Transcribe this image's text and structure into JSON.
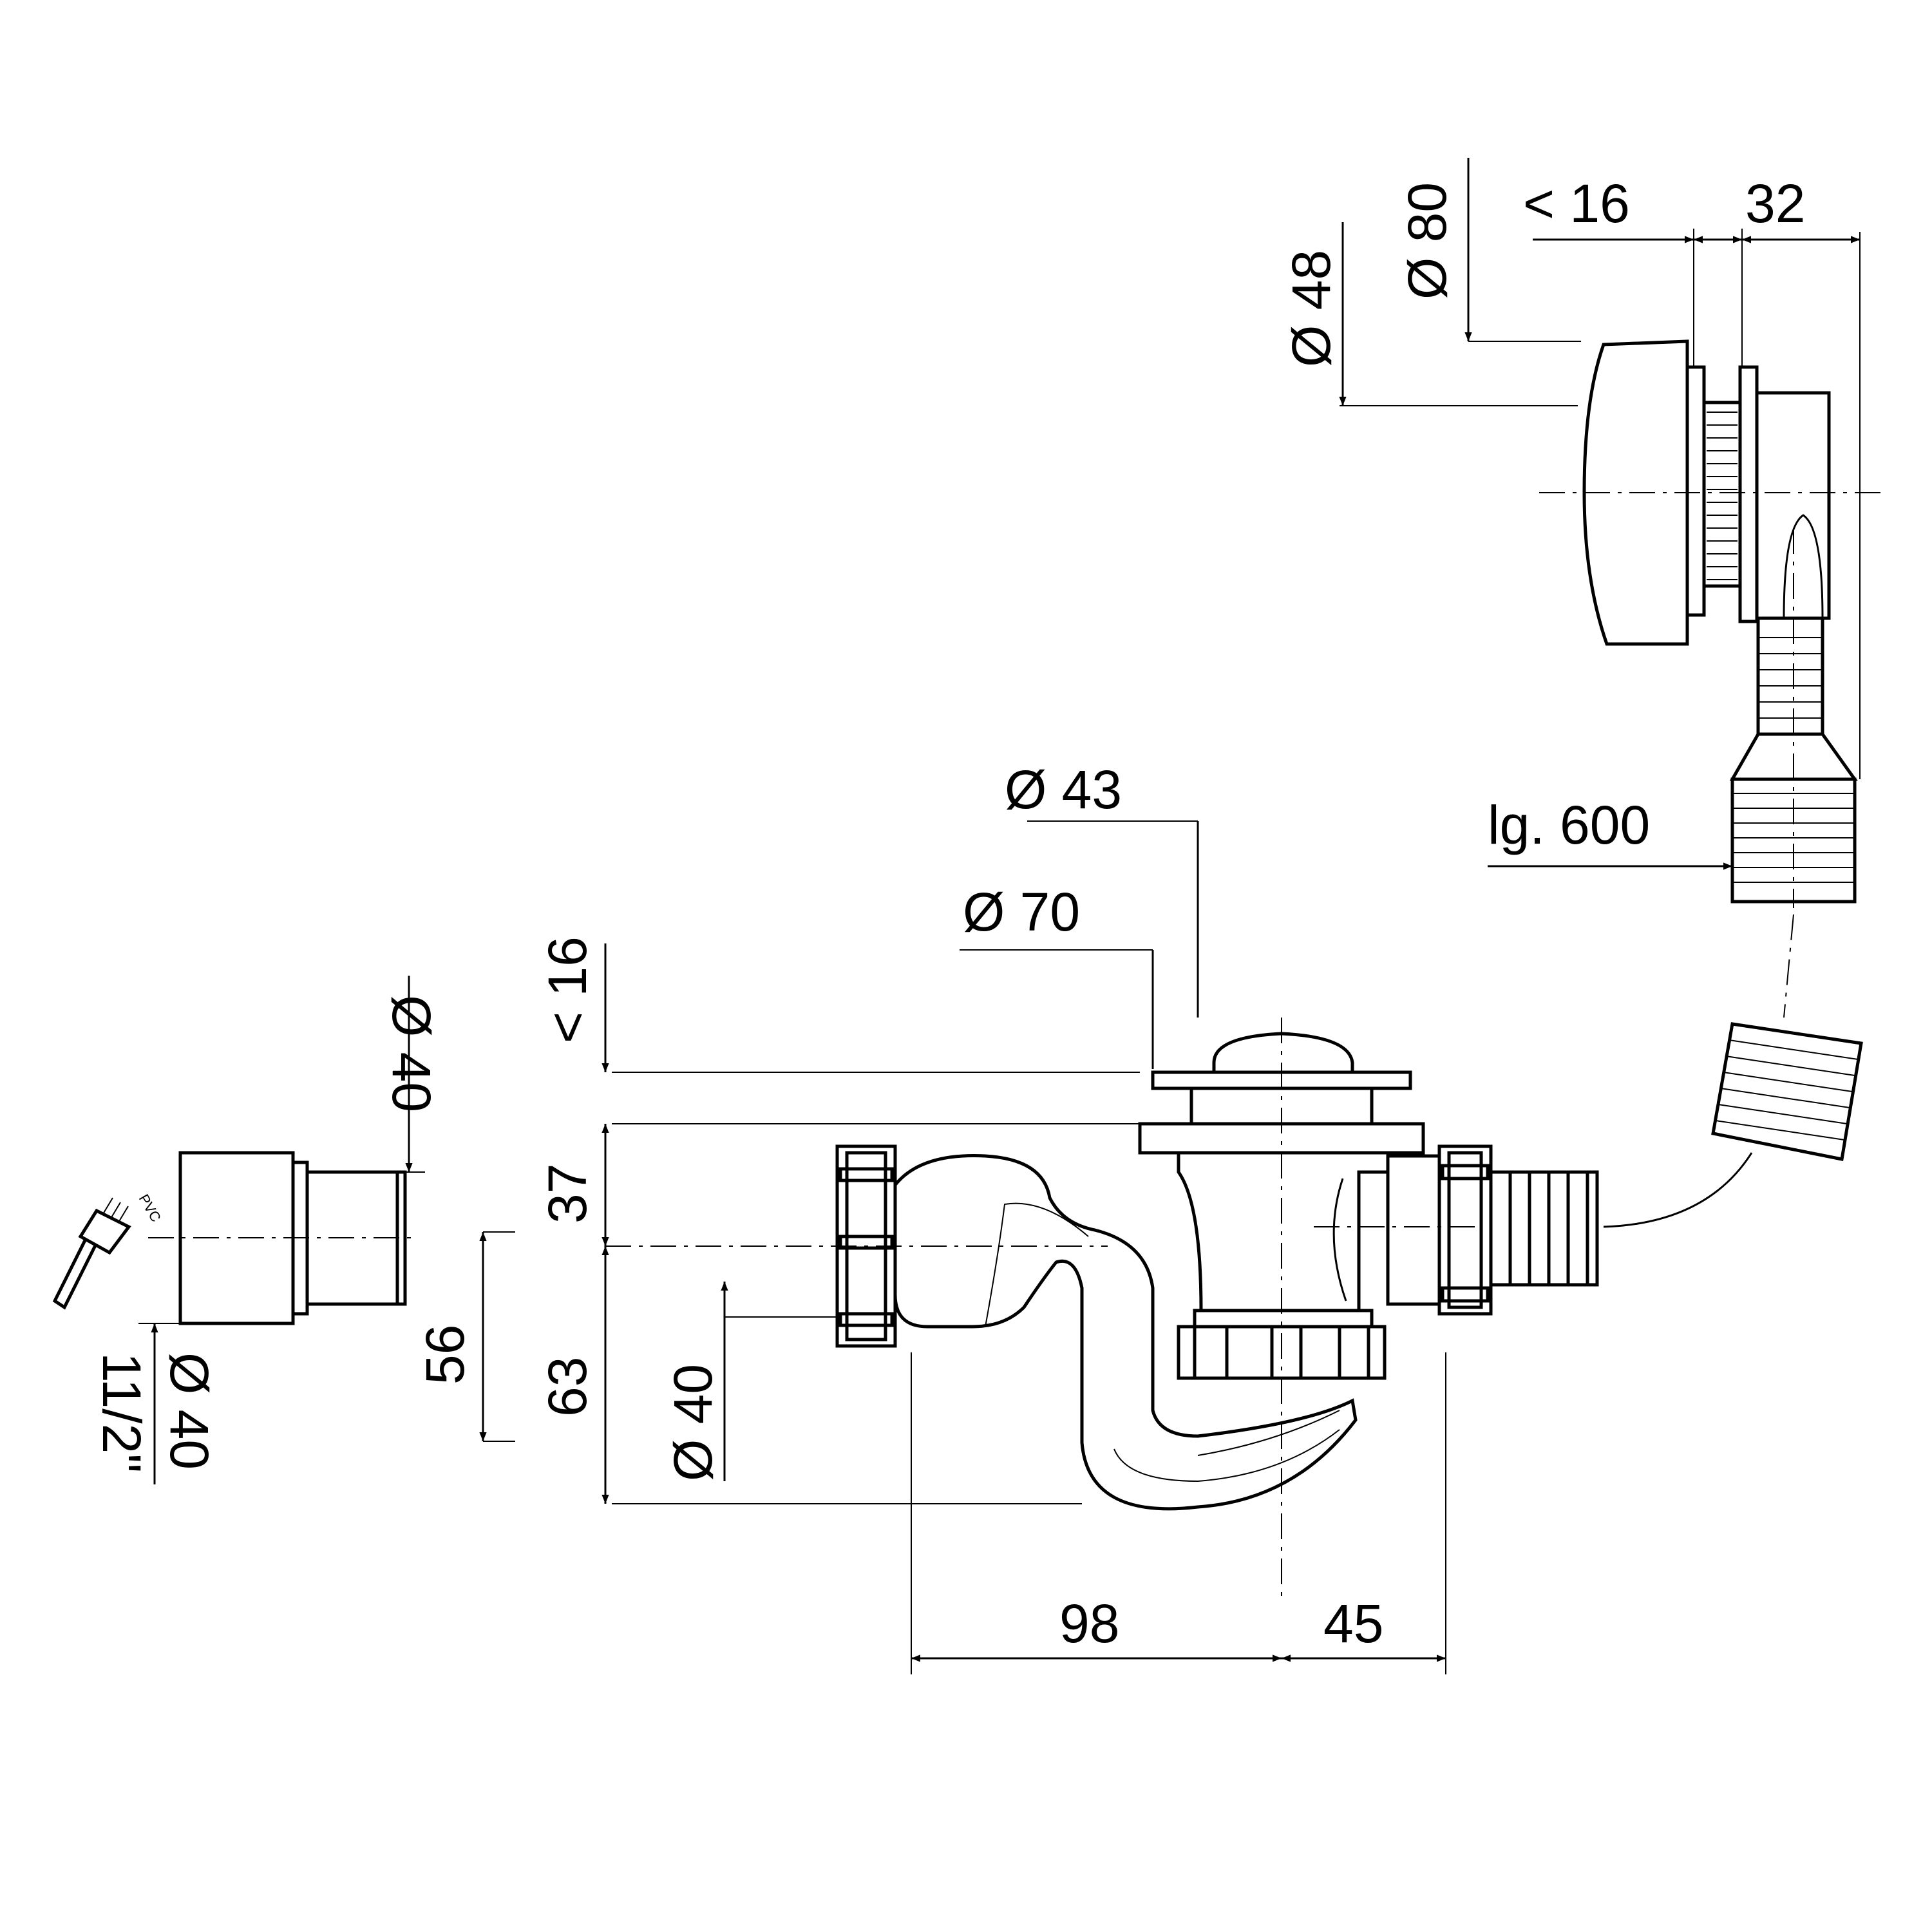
{
  "labels": {
    "overflow_depth": "< 16",
    "overflow_length": "32",
    "overflow_cap_dia": "Ø 80",
    "overflow_inner_dia": "Ø 48",
    "hose_length": "lg. 600",
    "waste_head_dia": "Ø 43",
    "waste_flange_dia": "Ø 70",
    "waste_depth": "< 16",
    "waste_height": "37",
    "trap_height": "63",
    "outlet_height": "56",
    "outlet_dia": "Ø 40",
    "horizontal_length": "98",
    "side_length": "45",
    "adapter_top_dia": "Ø 40",
    "adapter_bottom_dia": "Ø 40",
    "adapter_thread": "11/2\"",
    "glue_marking": "PVC"
  }
}
